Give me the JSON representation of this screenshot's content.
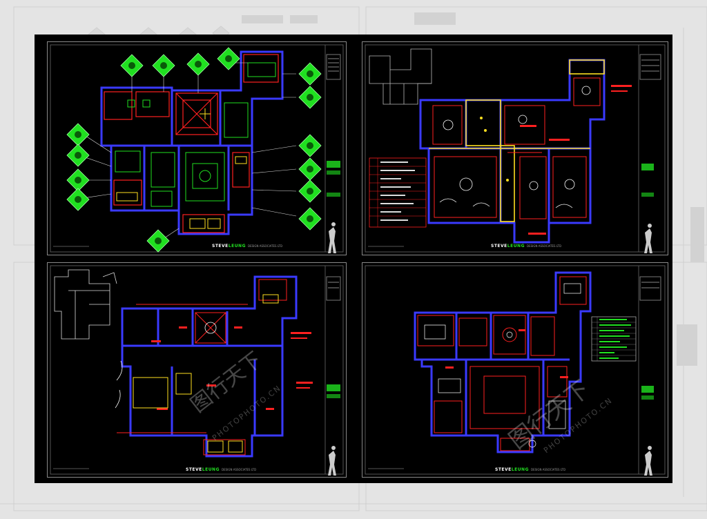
{
  "sheets": [
    {
      "id": "sheet-1",
      "brand_main": "STEVE",
      "brand_accent": "LEUNG",
      "brand_suffix": "DESIGN ASSOCIATES LTD"
    },
    {
      "id": "sheet-2",
      "brand_main": "STEVE",
      "brand_accent": "LEUNG",
      "brand_suffix": "DESIGN ASSOCIATES LTD"
    },
    {
      "id": "sheet-3",
      "brand_main": "STEVE",
      "brand_accent": "LEUNG",
      "brand_suffix": "DESIGN ASSOCIATES LTD"
    },
    {
      "id": "sheet-4",
      "brand_main": "STEVE",
      "brand_accent": "LEUNG",
      "brand_suffix": "DESIGN ASSOCIATES LTD"
    }
  ],
  "watermarks": [
    {
      "text": "图行天下",
      "sub": "PHOTOPHOTO.CN"
    },
    {
      "text": "图行天下",
      "sub": "PHOTOPHOTO.CN"
    }
  ],
  "colors": {
    "background": "#e4e4e4",
    "sheet": "#000000",
    "wall": "#3a3aff",
    "red": "#ff2020",
    "green": "#20e020",
    "yellow": "#ffe020",
    "white": "#ffffff"
  }
}
